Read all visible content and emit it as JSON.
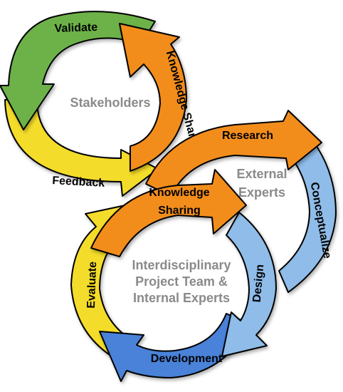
{
  "colors": {
    "green": "#6cb24a",
    "yellow": "#f4dc2c",
    "orange": "#f28d1f",
    "light_blue": "#8fbce8",
    "blue": "#4a82d8",
    "center_text": "#8a8a8a"
  },
  "cycle_top": {
    "center_label": "Stakeholders",
    "validate_label": "Validate",
    "feedback_label": "Feedback",
    "knowledge_sharing_label": "Knowledge Sharing"
  },
  "cycle_right": {
    "center_lines": [
      "External",
      "Experts"
    ],
    "research_label": "Research",
    "conceptualize_label": "Conceptualize"
  },
  "cycle_bottom": {
    "center_lines": [
      "Interdisciplinary",
      "Project Team &",
      "Internal Experts"
    ],
    "knowledge_sharing_lines": [
      "Knowledge",
      "Sharing"
    ],
    "design_label": "Design",
    "development_label": "Development",
    "evaluate_label": "Evaluate"
  }
}
